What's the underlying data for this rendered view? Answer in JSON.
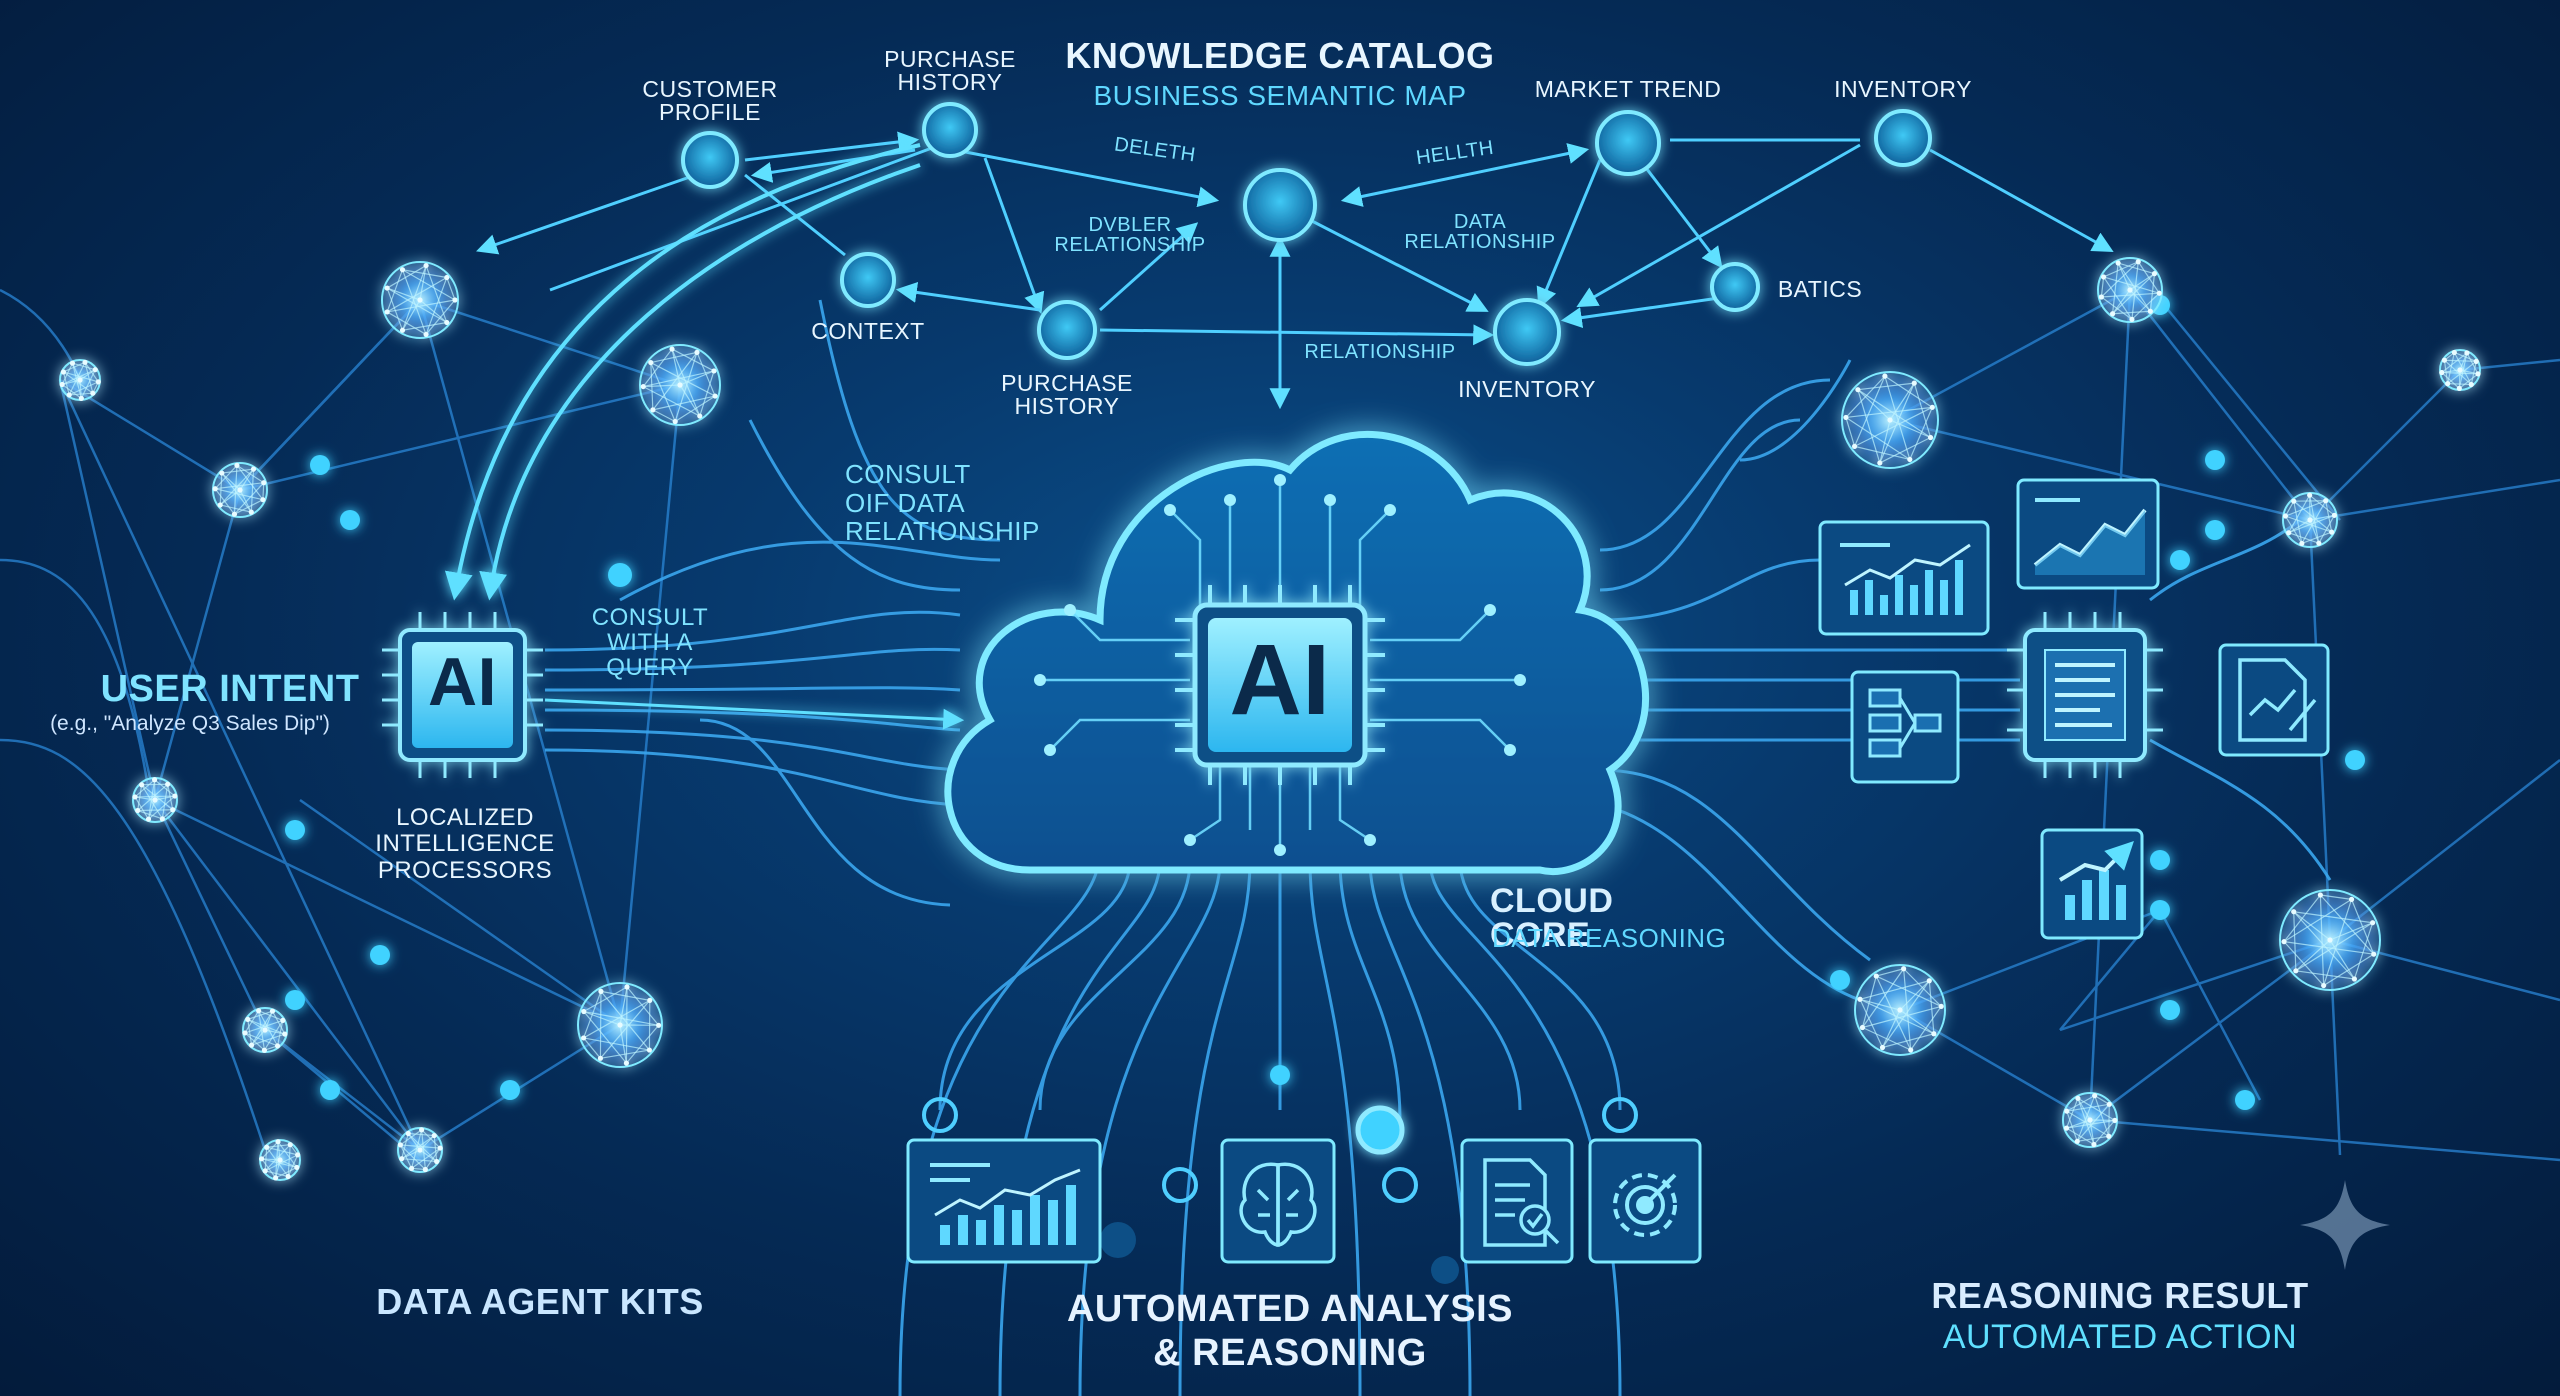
{
  "catalog": {
    "title": "KNOWLEDGE CATALOG",
    "subtitle": "BUSINESS SEMANTIC MAP",
    "nodes": {
      "customer_profile": "CUSTOMER\nPROFILE",
      "purchase_history_top": "PURCHASE\nHISTORY",
      "context": "CONTEXT",
      "purchase_history_mid": "PURCHASE\nHISTORY",
      "market_trend": "MARKET TREND",
      "inventory_top": "INVENTORY",
      "batics": "BATICS",
      "inventory_mid": "INVENTORY"
    },
    "edges": {
      "deleth": "DELETH",
      "dvbler": "DVBLER\nRELATIONSHIP",
      "hellth": "HELLTH",
      "data_relationship": "DATA\nRELATIONSHIP",
      "relationship": "RELATIONSHIP"
    }
  },
  "left": {
    "consult_data": "CONSULT\nOIF DATA\nRELATIONSHIP",
    "consult_query": "CONSULT\nWITH A\nQUERY",
    "intent_title": "USER INTENT",
    "intent_example": "(e.g., \"Analyze Q3 Sales Dip\")",
    "processors": "LOCALIZED\nINTELLIGENCE\nPROCESSORS",
    "chip_label": "AI",
    "kits": "DATA AGENT KITS"
  },
  "core": {
    "chip_label": "AI",
    "title": "CLOUD CORE",
    "subtitle": "DATA REASONING"
  },
  "bottom": {
    "title": "AUTOMATED ANALYSIS\n& REASONING"
  },
  "right": {
    "title": "REASONING RESULT",
    "subtitle": "AUTOMATED ACTION"
  },
  "icons": {
    "bottom": [
      "bar-chart-icon",
      "brain-icon",
      "document-search-icon",
      "gear-target-icon"
    ],
    "right": [
      "bar-chart-icon",
      "line-chart-icon",
      "flowchart-icon",
      "document-chip-icon",
      "document-edit-icon",
      "growth-chart-icon"
    ]
  },
  "colors": {
    "background": "#052a55",
    "accent_cyan": "#3fd2ff",
    "line_blue": "#2b8fe0",
    "node_glow": "#5fe0ff"
  }
}
